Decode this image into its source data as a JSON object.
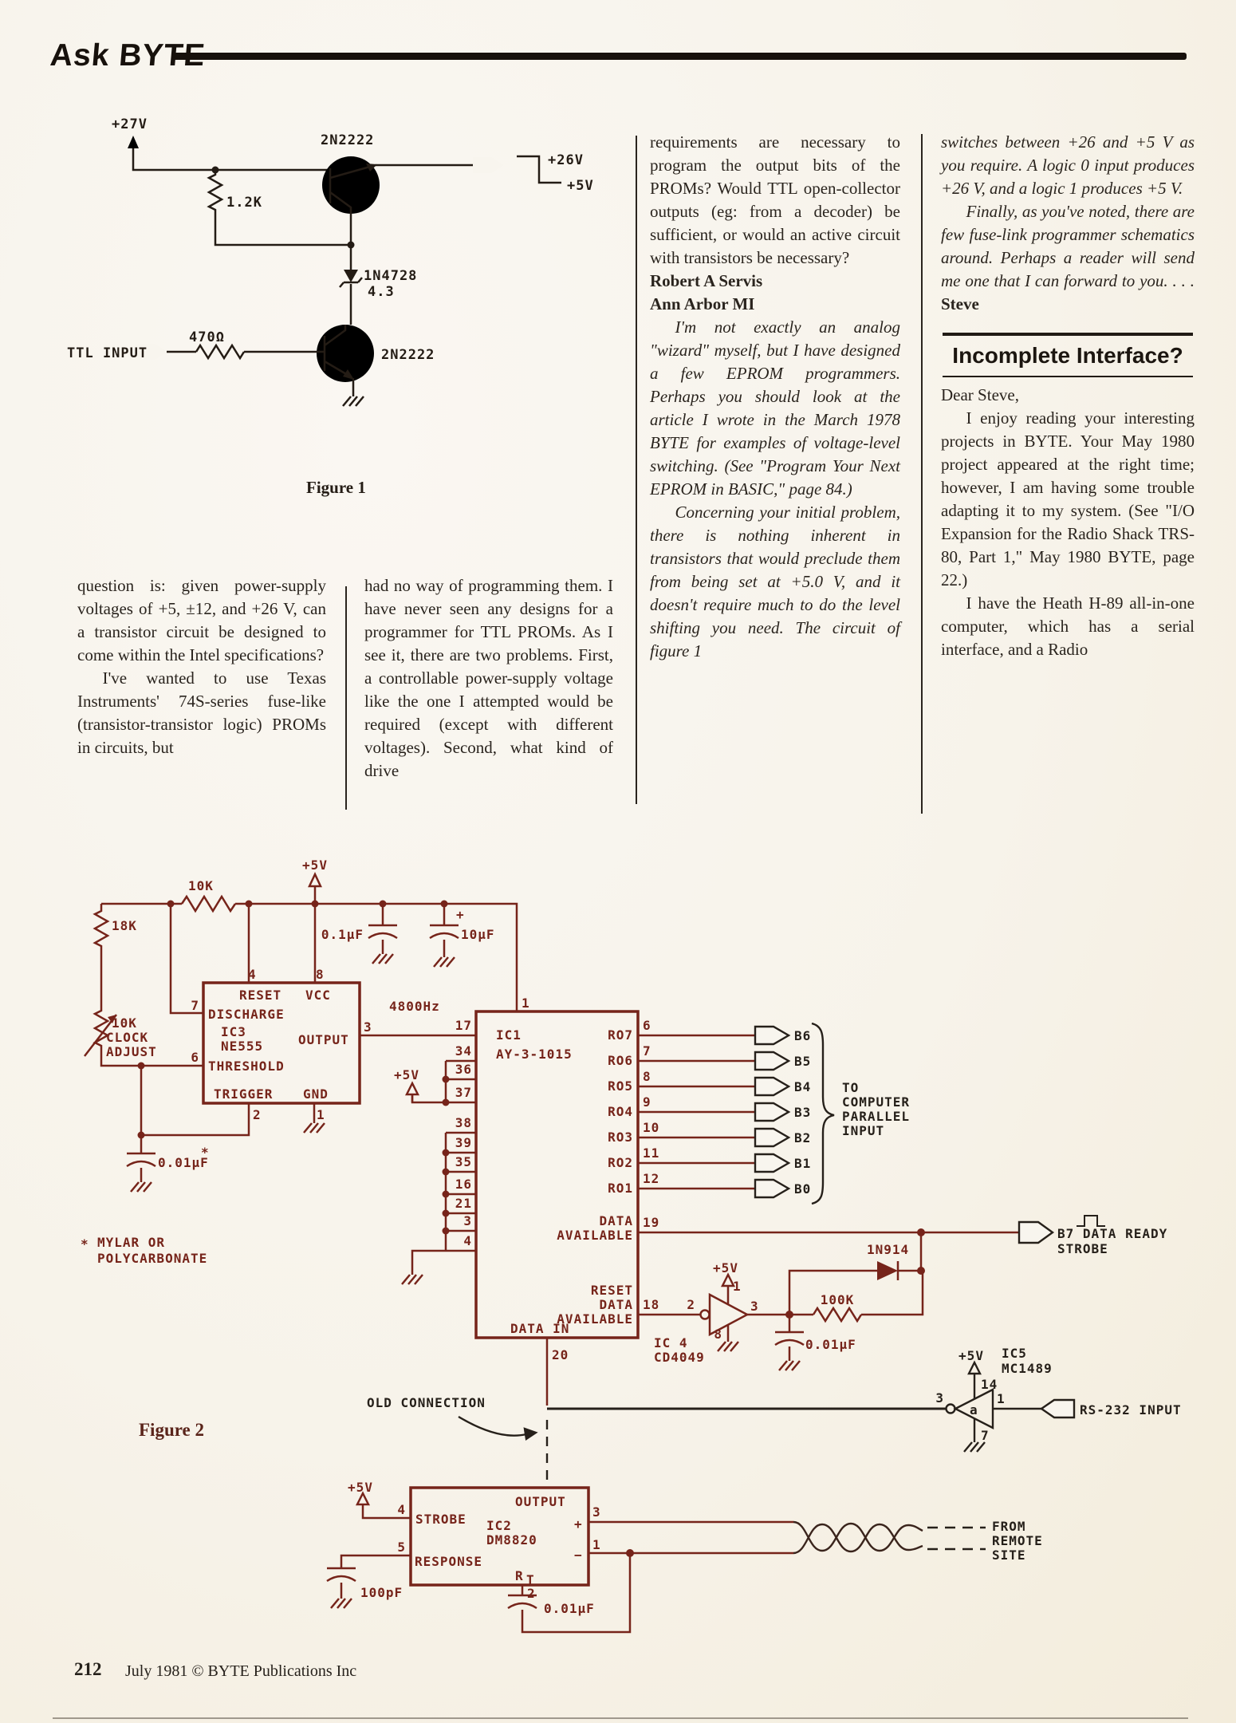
{
  "header": {
    "title": "Ask BYTE"
  },
  "footer": {
    "page_number": "212",
    "credit": "July 1981 © BYTE Publications Inc"
  },
  "colors": {
    "schematic_ink": "#76241a",
    "black_ink": "#241c15",
    "paper": "#f7f3ea"
  },
  "columns": {
    "col1": {
      "p1": "question is: given power-supply voltages of +5, ±12, and +26 V, can a transistor circuit be designed to come within the Intel specifications?",
      "p2": "I've wanted to use Texas Instruments' 74S-series fuse-like (transistor-transistor logic) PROMs in circuits, but"
    },
    "col2": {
      "p1": "had no way of programming them. I have never seen any designs for a programmer for TTL PROMs. As I see it, there are two problems. First, a controllable power-supply voltage like the one I attempted would be required (except with different voltages). Second, what kind of drive"
    },
    "col3": {
      "p1": "requirements are necessary to program the output bits of the PROMs? Would TTL open-collector outputs (eg: from a decoder) be sufficient, or would an active circuit with transistors be necessary?",
      "sig1": "Robert A Servis",
      "sig2": "Ann Arbor MI",
      "p2": "I'm not exactly an analog \"wizard\" myself, but I have designed a few EPROM programmers. Perhaps you should look at the article I wrote in the March 1978 BYTE for examples of voltage-level switching. (See \"Program Your Next EPROM in BASIC,\" page 84.)",
      "p3": "Concerning your initial problem, there is nothing inherent in transistors that would preclude them from being set at +5.0 V, and it doesn't require much to do the level shifting you need. The circuit of figure 1"
    },
    "col4": {
      "p1": "switches between +26 and +5 V as you require. A logic 0 input produces +26 V, and a logic 1 produces +5 V.",
      "p2": "Finally, as you've noted, there are few fuse-link programmer schematics around. Perhaps a reader will send me one that I can forward to you. . . .",
      "p2_author": "Steve",
      "heading": "Incomplete Interface?",
      "p3": "Dear Steve,",
      "p4": "I enjoy reading your interesting projects in BYTE. Your May 1980 project appeared at the right time; however, I am having some trouble adapting it to my system. (See \"I/O Expansion for the Radio Shack TRS-80, Part 1,\" May 1980 BYTE, page 22.)",
      "p5": "I have the Heath H-89 all-in-one computer, which has a serial interface, and a Radio"
    }
  },
  "figure1": {
    "caption": "Figure 1",
    "labels": {
      "v27": "+27V",
      "q": "2N2222",
      "r1": "1.2K",
      "v26": "+26V",
      "v5": "+5V",
      "zener": "1N4728",
      "zener_v": "4.3",
      "ttl": "TTL INPUT",
      "r2": "470Ω"
    }
  },
  "figure2": {
    "caption": "Figure 2",
    "labels": {
      "v5": "+5V",
      "r18k": "18K",
      "r10k": "10K",
      "pot1": "CLOCK",
      "pot2": "ADJUST",
      "c01uf": "0.1µF",
      "c10uf": "10µF",
      "plus": "+",
      "freq": "4800Hz",
      "reset": "RESET",
      "vcc": "VCC",
      "discharge": "DISCHARGE",
      "ic3": "IC3",
      "ic3_part": "NE555",
      "output": "OUTPUT",
      "threshold": "THRESHOLD",
      "trigger": "TRIGGER",
      "gnd": "GND",
      "ic1": "IC1",
      "ic1_part": "AY-3-1015",
      "ro7": "RO7",
      "ro6": "RO6",
      "ro5": "RO5",
      "ro4": "RO4",
      "ro3": "RO3",
      "ro2": "RO2",
      "ro1": "RO1",
      "b6": "B6",
      "b5": "B5",
      "b4": "B4",
      "b3": "B3",
      "b2": "B2",
      "b1": "B1",
      "b0": "B0",
      "to1": "TO",
      "to2": "COMPUTER",
      "to3": "PARALLEL",
      "to4": "INPUT",
      "da1": "DATA",
      "da2": "AVAILABLE",
      "rda1": "RESET",
      "rda2": "DATA",
      "rda3": "AVAILABLE",
      "data_in": "DATA IN",
      "old_conn": "OLD CONNECTION",
      "c001": "0.01µF",
      "star": "*",
      "mylar1": "MYLAR OR",
      "mylar2": "POLYCARBONATE",
      "diode": "1N914",
      "r100k": "100K",
      "b7": "B7 DATA READY",
      "b7b": "STROBE",
      "ic4": "IC 4",
      "ic4_part": "CD4049",
      "ic5": "IC5",
      "ic5_part": "MC1489",
      "gate_a": "a",
      "rs232": "RS-232 INPUT",
      "ic2": "IC2",
      "ic2_part": "DM8820",
      "strobe": "STROBE",
      "response": "RESPONSE",
      "rt": "R",
      "rt_sub": "T",
      "plus_pin": "+",
      "minus_pin": "−",
      "c100pf": "100pF",
      "fr1": "FROM",
      "fr2": "REMOTE",
      "fr3": "SITE"
    },
    "nums": {
      "n1": "1",
      "n2": "2",
      "n3": "3",
      "n4": "4",
      "n5": "5",
      "n6": "6",
      "n7": "7",
      "n8": "8",
      "n9": "9",
      "n10": "10",
      "n11": "11",
      "n12": "12",
      "n14": "14",
      "n16": "16",
      "n17": "17",
      "n18": "18",
      "n19": "19",
      "n20": "20",
      "n21": "21",
      "n34": "34",
      "n35": "35",
      "n36": "36",
      "n37": "37",
      "n38": "38",
      "n39": "39"
    }
  }
}
